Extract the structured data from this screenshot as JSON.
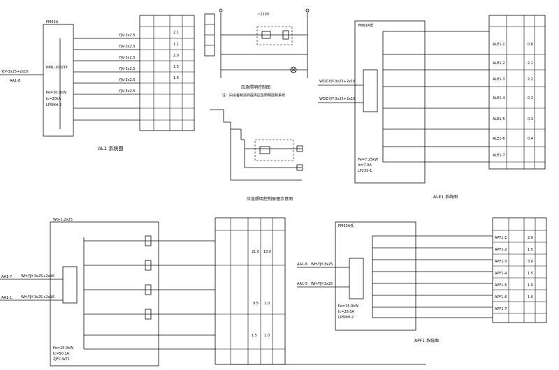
{
  "diagrams": {
    "al1": {
      "top_label": "PM63A",
      "caption": "AL1 系统图",
      "summary": [
        "Pe=10.0kW",
        "Ic=20kA",
        "LP5MH-2"
      ]
    },
    "ale1": {
      "top_label": "PM63A低",
      "caption": "ALE1 系统图",
      "summary": [
        "Pe=7.25kW",
        "Ic=7.0A",
        "LP23S-1"
      ]
    },
    "ap1": {
      "top_label": "WG-1,2x25",
      "caption": "",
      "summary": [
        "Pe=25.0kW",
        "Ic=50.1A",
        "ZJFC-WT1"
      ]
    },
    "apf1": {
      "top_label": "PM63A低",
      "caption": "APF1 系统图",
      "summary": [
        "Pe=15.0kW",
        "Ic=28.0A",
        "LP5MH-2"
      ]
    },
    "control1": {
      "title": "应急照明控制图",
      "note": "注：由设备制造商提供应急照明控制系统",
      "voltage": "~220V"
    },
    "control2": {
      "title": "应急照明控制原理示意图"
    }
  }
}
